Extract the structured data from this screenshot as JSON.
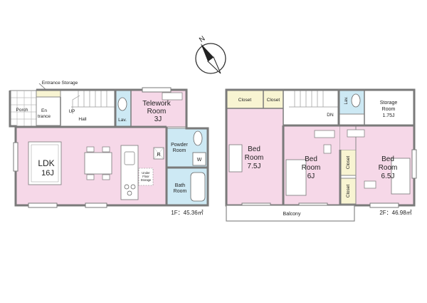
{
  "compass": {
    "north_label": "N"
  },
  "floor1": {
    "area_label": "1F：45.36㎡",
    "entrance_storage": "Entrance Storage",
    "porch": "Porch",
    "entrance_line1": "En",
    "entrance_line2": "trance",
    "up": "UP",
    "hall": "Hall",
    "lav": "Lav.",
    "telework_line1": "Telework",
    "telework_line2": "Room",
    "telework_size": "3J",
    "ldk": "LDK",
    "ldk_size": "16J",
    "refrigerator": "R",
    "under_floor_line1": "Under",
    "under_floor_line2": "Floor",
    "under_floor_line3": "Storage",
    "powder_line1": "Powder",
    "powder_line2": "Room",
    "washer": "W",
    "bath_line1": "Bath",
    "bath_line2": "Room"
  },
  "floor2": {
    "area_label": "2F：46.98㎡",
    "closet_1": "Closet",
    "closet_2": "Closet",
    "closet_3": "Closet",
    "closet_4": "Closet",
    "dn": "DN",
    "lav": "Lav.",
    "storage_line1": "Storage",
    "storage_line2": "Room",
    "storage_size": "1.75J",
    "bed1_line1": "Bed",
    "bed1_line2": "Room",
    "bed1_size": "7.5J",
    "bed2_line1": "Bed",
    "bed2_line2": "Room",
    "bed2_size": "6J",
    "bed3_line1": "Bed",
    "bed3_line2": "Room",
    "bed3_size": "6.5J",
    "balcony": "Balcony"
  },
  "colors": {
    "room_pink": "#f6d8e8",
    "wet_blue": "#cde9f4",
    "closet_yellow": "#f8f4d2",
    "wall": "#7a7a7a"
  }
}
